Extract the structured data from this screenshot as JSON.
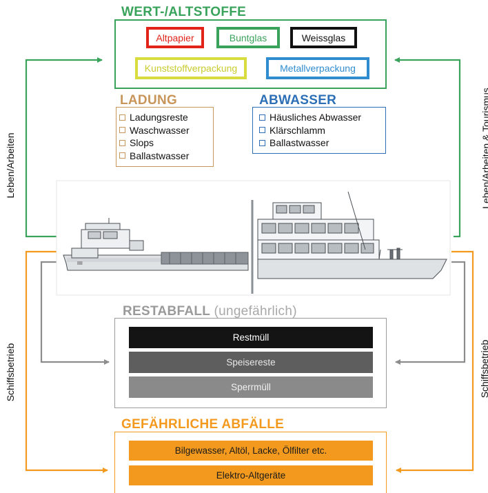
{
  "wertstoffe": {
    "title": "WERT-/ALTSTOFFE",
    "items": [
      {
        "label": "Altpapier",
        "color": "#e2231a"
      },
      {
        "label": "Buntglas",
        "color": "#3aa35b"
      },
      {
        "label": "Weissglas",
        "color": "#111111"
      },
      {
        "label": "Kunststoffverpackung",
        "color": "#d9dc3f"
      },
      {
        "label": "Metallverpackung",
        "color": "#2f8ccf"
      }
    ],
    "color": "#3aa35b"
  },
  "ladung": {
    "title": "LADUNG",
    "items": [
      "Ladungsreste",
      "Waschwasser",
      "Slops",
      "Ballastwasser"
    ],
    "color": "#c8955a"
  },
  "abwasser": {
    "title": "ABWASSER",
    "items": [
      "Häusliches Abwasser",
      "Klärschlamm",
      "Ballastwasser"
    ],
    "color": "#2c6fb6"
  },
  "restabfall": {
    "title": "RESTABFALL",
    "subtitle": "(ungefährlich)",
    "items": [
      {
        "label": "Restmüll",
        "bg": "#141414"
      },
      {
        "label": "Speisereste",
        "bg": "#5e5e5e"
      },
      {
        "label": "Sperrmüll",
        "bg": "#8a8a8a"
      }
    ],
    "color": "#9a9a9a"
  },
  "gefaehrlich": {
    "title": "GEFÄHRLICHE ABFÄLLE",
    "items": [
      "Bilgewasser,  Altöl, Lacke, Ölfilter etc.",
      "Elektro-Altgeräte"
    ],
    "color": "#f39a1e"
  },
  "side_labels": {
    "left_top": "Leben/Arbeiten",
    "right_top": "Leben/Arbeiten & Tourismus",
    "left_bottom": "Schiffsbetrieb",
    "right_bottom": "Schiffsbetrieb"
  },
  "ship_labels": {
    "left_marking": "IIII"
  }
}
